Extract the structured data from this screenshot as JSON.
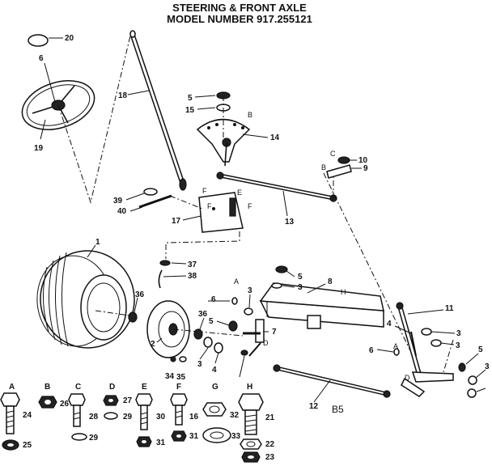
{
  "title": {
    "line1": "STEERING & FRONT AXLE",
    "line2": "MODEL NUMBER 917.255121"
  },
  "callouts": [
    {
      "num": "20"
    },
    {
      "num": "6"
    },
    {
      "num": "19"
    },
    {
      "num": "18"
    },
    {
      "num": "5"
    },
    {
      "num": "15"
    },
    {
      "num": "14"
    },
    {
      "num": "10"
    },
    {
      "num": "9"
    },
    {
      "num": "39"
    },
    {
      "num": "40"
    },
    {
      "num": "17"
    },
    {
      "num": "13"
    },
    {
      "num": "1"
    },
    {
      "num": "37"
    },
    {
      "num": "38"
    },
    {
      "num": "36"
    },
    {
      "num": "6"
    },
    {
      "num": "3"
    },
    {
      "num": "5"
    },
    {
      "num": "3"
    },
    {
      "num": "8"
    },
    {
      "num": "11"
    },
    {
      "num": "36"
    },
    {
      "num": "5"
    },
    {
      "num": "7"
    },
    {
      "num": "2"
    },
    {
      "num": "3"
    },
    {
      "num": "34"
    },
    {
      "num": "35"
    },
    {
      "num": "4"
    },
    {
      "num": "4"
    },
    {
      "num": "3"
    },
    {
      "num": "6"
    },
    {
      "num": "3"
    },
    {
      "num": "5"
    },
    {
      "num": "3"
    },
    {
      "num": "12"
    }
  ],
  "assembly_letters": [
    "B",
    "C",
    "B",
    "F",
    "E",
    "F",
    "F",
    "A",
    "H",
    "D",
    "A",
    "D"
  ],
  "hardware_legend": [
    {
      "letter": "A",
      "parts": [
        "24",
        "25"
      ]
    },
    {
      "letter": "B",
      "parts": [
        "26"
      ]
    },
    {
      "letter": "C",
      "parts": [
        "28",
        "29"
      ]
    },
    {
      "letter": "D",
      "parts": [
        "27",
        "29"
      ]
    },
    {
      "letter": "E",
      "parts": [
        "30",
        "31"
      ]
    },
    {
      "letter": "F",
      "parts": [
        "16",
        "31"
      ]
    },
    {
      "letter": "G",
      "parts": [
        "32",
        "33"
      ]
    },
    {
      "letter": "H",
      "parts": [
        "21",
        "22",
        "23"
      ]
    }
  ],
  "page_code": "B5"
}
